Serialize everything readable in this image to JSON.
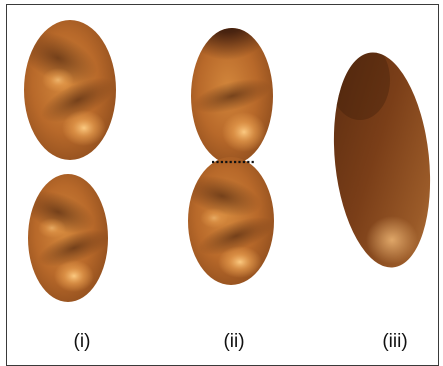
{
  "figure": {
    "labels": {
      "i": "(i)",
      "ii": "(ii)",
      "iii": "(iii)"
    }
  }
}
